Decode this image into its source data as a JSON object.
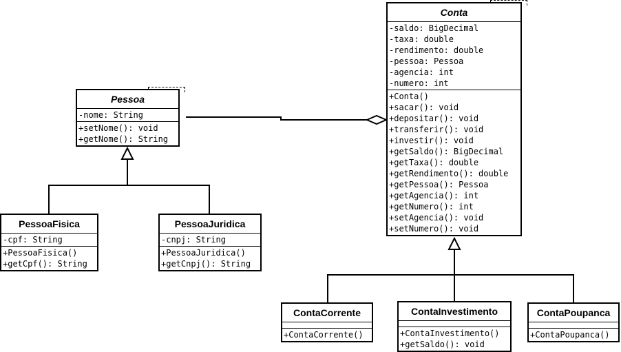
{
  "classes": {
    "pessoa": {
      "name": "Pessoa",
      "attributes": [
        "-nome: String"
      ],
      "methods": [
        "+setNome(): void",
        "+getNome(): String"
      ]
    },
    "pessoa_fisica": {
      "name": "PessoaFisica",
      "attributes": [
        "-cpf: String"
      ],
      "methods": [
        "+PessoaFisica()",
        "+getCpf(): String"
      ]
    },
    "pessoa_juridica": {
      "name": "PessoaJuridica",
      "attributes": [
        "-cnpj: String"
      ],
      "methods": [
        "+PessoaJuridica()",
        "+getCnpj(): String"
      ]
    },
    "conta": {
      "name": "Conta",
      "attributes": [
        "-saldo: BigDecimal",
        "-taxa: double",
        "-rendimento: double",
        "-pessoa: Pessoa",
        "-agencia: int",
        "-numero: int"
      ],
      "methods": [
        "+Conta()",
        "+sacar(): void",
        "+depositar(): void",
        "+transferir(): void",
        "+investir(): void",
        "+getSaldo(): BigDecimal",
        "+getTaxa(): double",
        "+getRendimento(): double",
        "+getPessoa(): Pessoa",
        "+getAgencia(): int",
        "+getNumero(): int",
        "+setAgencia(): void",
        "+setNumero(): void"
      ]
    },
    "conta_corrente": {
      "name": "ContaCorrente",
      "attributes": [],
      "methods": [
        "+ContaCorrente()"
      ]
    },
    "conta_investimento": {
      "name": "ContaInvestimento",
      "attributes": [],
      "methods": [
        "+ContaInvestimento()",
        "+getSaldo(): void"
      ]
    },
    "conta_poupanca": {
      "name": "ContaPoupanca",
      "attributes": [],
      "methods": [
        "+ContaPoupanca()"
      ]
    }
  },
  "relationships": [
    {
      "type": "generalization",
      "from": "PessoaFisica",
      "to": "Pessoa"
    },
    {
      "type": "generalization",
      "from": "PessoaJuridica",
      "to": "Pessoa"
    },
    {
      "type": "aggregation",
      "from": "Pessoa",
      "to": "Conta"
    },
    {
      "type": "generalization",
      "from": "ContaCorrente",
      "to": "Conta"
    },
    {
      "type": "generalization",
      "from": "ContaInvestimento",
      "to": "Conta"
    },
    {
      "type": "generalization",
      "from": "ContaPoupanca",
      "to": "Conta"
    }
  ]
}
